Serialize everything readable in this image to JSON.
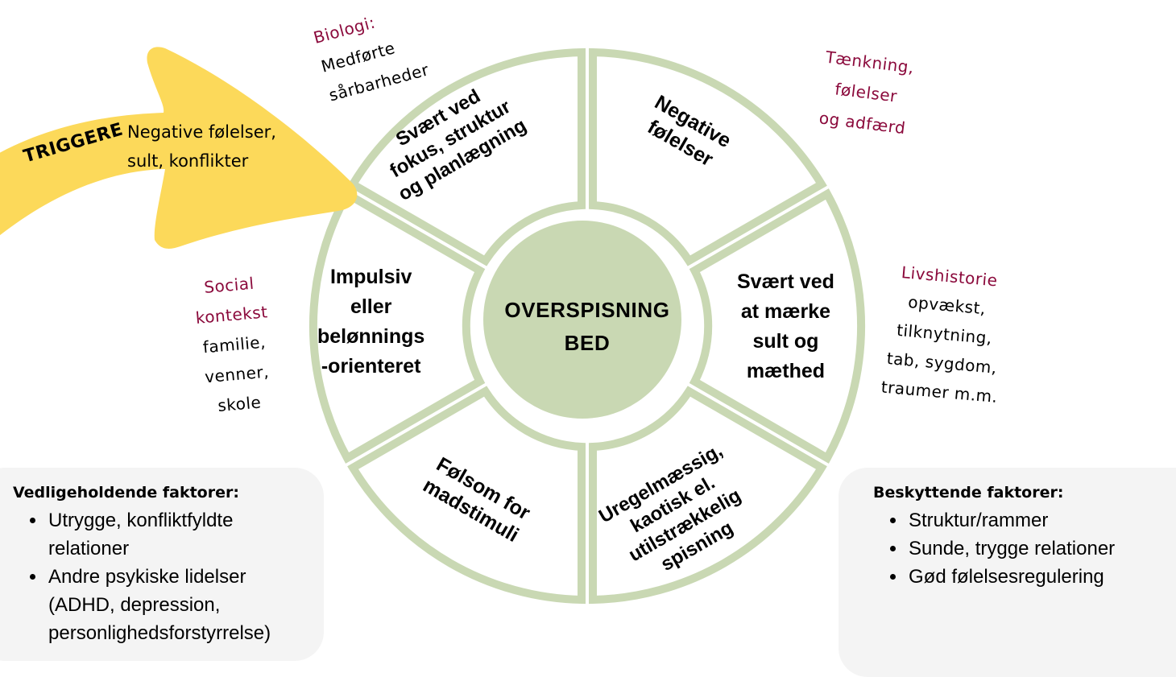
{
  "colors": {
    "ring": "#c9d8b3",
    "center_fill": "#c9d8b3",
    "arrow": "#fcd95a",
    "accent": "#8b0a3c",
    "box_bg": "#f4f4f4"
  },
  "center": {
    "line1": "OVERSPISNING",
    "line2": "BED"
  },
  "trigger": {
    "title": "TRIGGERE",
    "line1": "Negative følelser,",
    "line2": "sult, konflikter"
  },
  "segments": [
    {
      "id": "focus",
      "lines": [
        "Svært ved",
        "fokus, struktur",
        "og planlægning"
      ]
    },
    {
      "id": "negative-feelings",
      "lines": [
        "Negative",
        "følelser"
      ]
    },
    {
      "id": "hunger-satiety",
      "lines": [
        "Svært ved",
        "at mærke",
        "sult og",
        "mæthed"
      ]
    },
    {
      "id": "irregular-eating",
      "lines": [
        "Uregelmæssig,",
        "kaotisk el.",
        "utilstrækkelig",
        "spisning"
      ]
    },
    {
      "id": "food-stimuli",
      "lines": [
        "Følsom for",
        "madstimuli"
      ]
    },
    {
      "id": "impulsive",
      "lines": [
        "Impulsiv",
        "eller",
        "belønnings",
        "-orienteret"
      ]
    }
  ],
  "side_labels": {
    "biology": {
      "heading": "Biologi:",
      "lines": [
        "Medførte",
        "sårbarheder"
      ]
    },
    "thinking": {
      "lines": [
        "Tænkning,",
        "følelser",
        "og adfærd"
      ]
    },
    "life_history": {
      "heading": "Livshistorie",
      "lines": [
        "opvækst,",
        "tilknytning,",
        "tab, sygdom,",
        "traumer m.m."
      ]
    },
    "social": {
      "heading_lines": [
        "Social",
        "kontekst"
      ],
      "lines": [
        "familie,",
        "venner,",
        "skole"
      ]
    }
  },
  "maintaining": {
    "title": "Vedligeholdende faktorer:",
    "items": [
      "Utrygge, konfliktfyldte relationer",
      "Andre psykiske lidelser (ADHD, depression, personlighedsforstyrrelse)"
    ]
  },
  "protective": {
    "title": "Beskyttende faktorer:",
    "items": [
      "Struktur/rammer",
      "Sunde, trygge relationer",
      "Gød følelsesregulering"
    ]
  }
}
